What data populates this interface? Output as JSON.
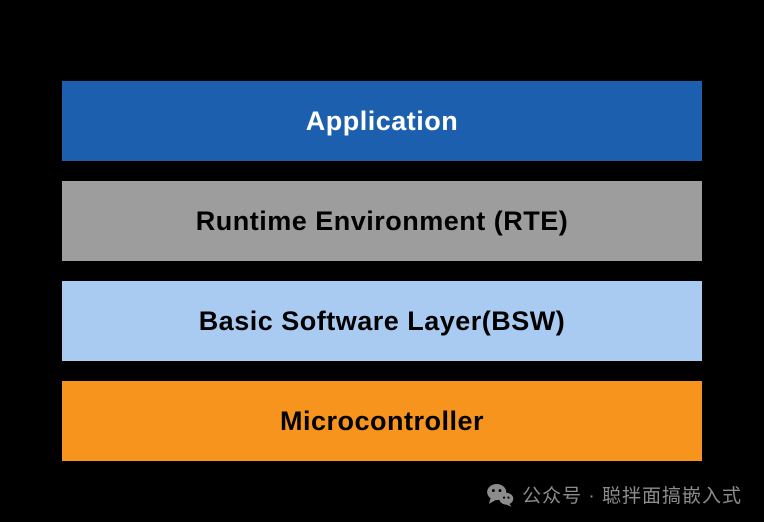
{
  "background": "#000000",
  "layers": [
    {
      "label": "Application",
      "bg": "#1b5fae",
      "text_color": "#ffffff"
    },
    {
      "label": "Runtime Environment (RTE)",
      "bg": "#9d9d9d",
      "text_color": "#000000"
    },
    {
      "label": "Basic Software Layer(BSW)",
      "bg": "#a9cbf2",
      "text_color": "#000000"
    },
    {
      "label": "Microcontroller",
      "bg": "#f7941e",
      "text_color": "#000000"
    }
  ],
  "watermark": {
    "icon": "wechat-icon",
    "text": "公众号 · 聪拌面搞嵌入式",
    "color": "#8c8c8c"
  }
}
